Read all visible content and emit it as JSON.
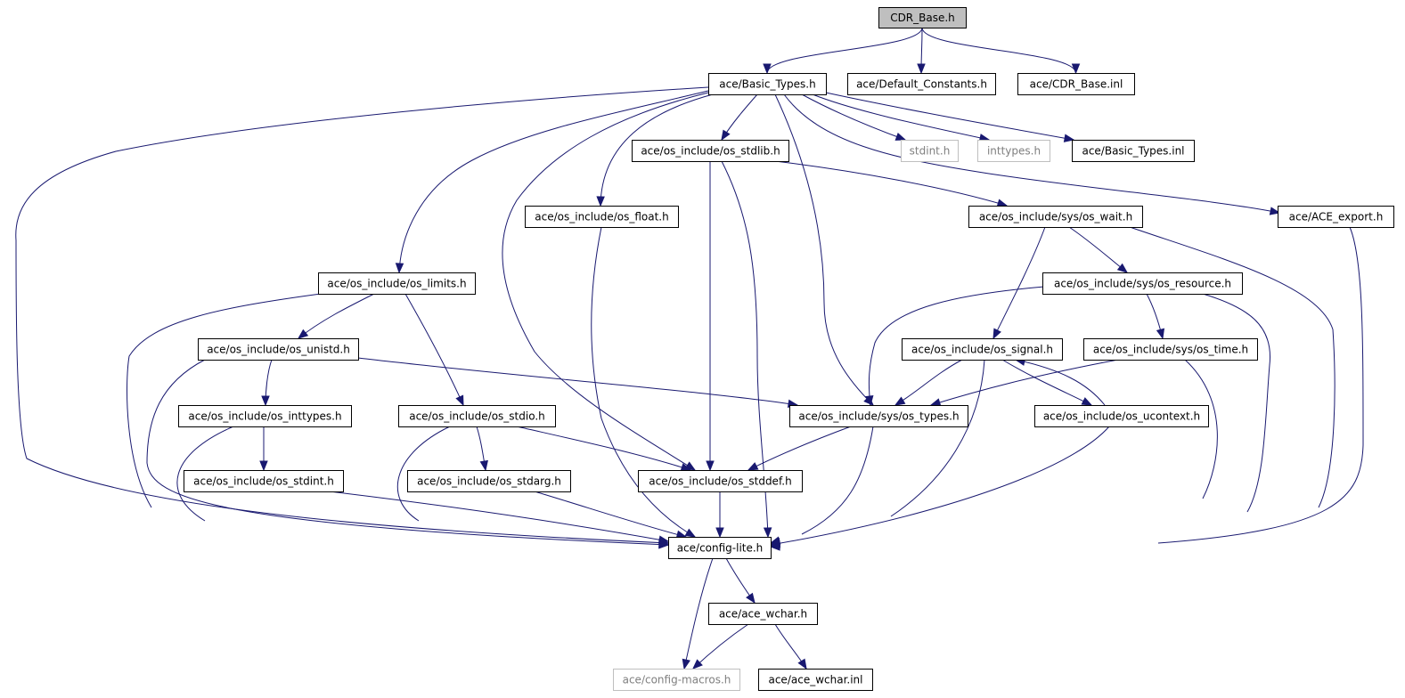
{
  "colors": {
    "edge": "#191970",
    "node_border": "#000000",
    "node_fill": "#ffffff",
    "root_fill": "#bfbfbf",
    "external_border": "#bfbfbf",
    "external_text": "#7f7f7f",
    "text": "#000000"
  },
  "diagram": {
    "title": "",
    "nodes": [
      {
        "id": "cdr_base",
        "label": "CDR_Base.h",
        "kind": "root"
      },
      {
        "id": "basic_types",
        "label": "ace/Basic_Types.h",
        "kind": "normal"
      },
      {
        "id": "default_constants",
        "label": "ace/Default_Constants.h",
        "kind": "normal"
      },
      {
        "id": "cdr_base_inl",
        "label": "ace/CDR_Base.inl",
        "kind": "normal"
      },
      {
        "id": "os_stdlib",
        "label": "ace/os_include/os_stdlib.h",
        "kind": "normal"
      },
      {
        "id": "stdint",
        "label": "stdint.h",
        "kind": "external"
      },
      {
        "id": "inttypes",
        "label": "inttypes.h",
        "kind": "external"
      },
      {
        "id": "basic_types_inl",
        "label": "ace/Basic_Types.inl",
        "kind": "normal"
      },
      {
        "id": "os_float",
        "label": "ace/os_include/os_float.h",
        "kind": "normal"
      },
      {
        "id": "os_wait",
        "label": "ace/os_include/sys/os_wait.h",
        "kind": "normal"
      },
      {
        "id": "ace_export",
        "label": "ace/ACE_export.h",
        "kind": "normal"
      },
      {
        "id": "os_limits",
        "label": "ace/os_include/os_limits.h",
        "kind": "normal"
      },
      {
        "id": "os_resource",
        "label": "ace/os_include/sys/os_resource.h",
        "kind": "normal"
      },
      {
        "id": "os_unistd",
        "label": "ace/os_include/os_unistd.h",
        "kind": "normal"
      },
      {
        "id": "os_signal",
        "label": "ace/os_include/os_signal.h",
        "kind": "normal"
      },
      {
        "id": "os_time",
        "label": "ace/os_include/sys/os_time.h",
        "kind": "normal"
      },
      {
        "id": "os_inttypes",
        "label": "ace/os_include/os_inttypes.h",
        "kind": "normal"
      },
      {
        "id": "os_stdio",
        "label": "ace/os_include/os_stdio.h",
        "kind": "normal"
      },
      {
        "id": "os_types",
        "label": "ace/os_include/sys/os_types.h",
        "kind": "normal"
      },
      {
        "id": "os_ucontext",
        "label": "ace/os_include/os_ucontext.h",
        "kind": "normal"
      },
      {
        "id": "os_stdint",
        "label": "ace/os_include/os_stdint.h",
        "kind": "normal"
      },
      {
        "id": "os_stdarg",
        "label": "ace/os_include/os_stdarg.h",
        "kind": "normal"
      },
      {
        "id": "os_stddef",
        "label": "ace/os_include/os_stddef.h",
        "kind": "normal"
      },
      {
        "id": "config_lite",
        "label": "ace/config-lite.h",
        "kind": "normal"
      },
      {
        "id": "ace_wchar",
        "label": "ace/ace_wchar.h",
        "kind": "normal"
      },
      {
        "id": "config_macros",
        "label": "ace/config-macros.h",
        "kind": "external"
      },
      {
        "id": "ace_wchar_inl",
        "label": "ace/ace_wchar.inl",
        "kind": "normal"
      }
    ],
    "edges": [
      {
        "from": "cdr_base",
        "to": "basic_types"
      },
      {
        "from": "cdr_base",
        "to": "default_constants"
      },
      {
        "from": "cdr_base",
        "to": "cdr_base_inl"
      },
      {
        "from": "basic_types",
        "to": "os_stdlib"
      },
      {
        "from": "basic_types",
        "to": "stdint"
      },
      {
        "from": "basic_types",
        "to": "inttypes"
      },
      {
        "from": "basic_types",
        "to": "basic_types_inl"
      },
      {
        "from": "basic_types",
        "to": "os_float"
      },
      {
        "from": "basic_types",
        "to": "ace_export"
      },
      {
        "from": "basic_types",
        "to": "os_limits"
      },
      {
        "from": "basic_types",
        "to": "os_types"
      },
      {
        "from": "basic_types",
        "to": "os_stddef"
      },
      {
        "from": "basic_types",
        "to": "config_lite"
      },
      {
        "from": "os_stdlib",
        "to": "os_wait"
      },
      {
        "from": "os_stdlib",
        "to": "os_stddef"
      },
      {
        "from": "os_stdlib",
        "to": "config_lite"
      },
      {
        "from": "os_float",
        "to": "config_lite"
      },
      {
        "from": "os_wait",
        "to": "os_resource"
      },
      {
        "from": "os_wait",
        "to": "os_signal"
      },
      {
        "from": "os_wait",
        "to": "config_lite"
      },
      {
        "from": "ace_export",
        "to": "config_lite"
      },
      {
        "from": "os_limits",
        "to": "os_unistd"
      },
      {
        "from": "os_limits",
        "to": "os_stdio"
      },
      {
        "from": "os_limits",
        "to": "config_lite"
      },
      {
        "from": "os_resource",
        "to": "os_time"
      },
      {
        "from": "os_resource",
        "to": "os_types"
      },
      {
        "from": "os_resource",
        "to": "config_lite"
      },
      {
        "from": "os_unistd",
        "to": "os_inttypes"
      },
      {
        "from": "os_unistd",
        "to": "os_types"
      },
      {
        "from": "os_unistd",
        "to": "config_lite"
      },
      {
        "from": "os_signal",
        "to": "os_types"
      },
      {
        "from": "os_signal",
        "to": "os_ucontext"
      },
      {
        "from": "os_signal",
        "to": "config_lite"
      },
      {
        "from": "os_ucontext",
        "to": "os_signal"
      },
      {
        "from": "os_ucontext",
        "to": "config_lite"
      },
      {
        "from": "os_time",
        "to": "os_types"
      },
      {
        "from": "os_time",
        "to": "config_lite"
      },
      {
        "from": "os_inttypes",
        "to": "os_stdint"
      },
      {
        "from": "os_inttypes",
        "to": "config_lite"
      },
      {
        "from": "os_stdio",
        "to": "os_stdarg"
      },
      {
        "from": "os_stdio",
        "to": "os_stddef"
      },
      {
        "from": "os_stdio",
        "to": "config_lite"
      },
      {
        "from": "os_types",
        "to": "os_stddef"
      },
      {
        "from": "os_types",
        "to": "config_lite"
      },
      {
        "from": "os_stdint",
        "to": "config_lite"
      },
      {
        "from": "os_stdarg",
        "to": "config_lite"
      },
      {
        "from": "os_stddef",
        "to": "config_lite"
      },
      {
        "from": "config_lite",
        "to": "ace_wchar"
      },
      {
        "from": "config_lite",
        "to": "config_macros"
      },
      {
        "from": "ace_wchar",
        "to": "config_macros"
      },
      {
        "from": "ace_wchar",
        "to": "ace_wchar_inl"
      }
    ]
  }
}
